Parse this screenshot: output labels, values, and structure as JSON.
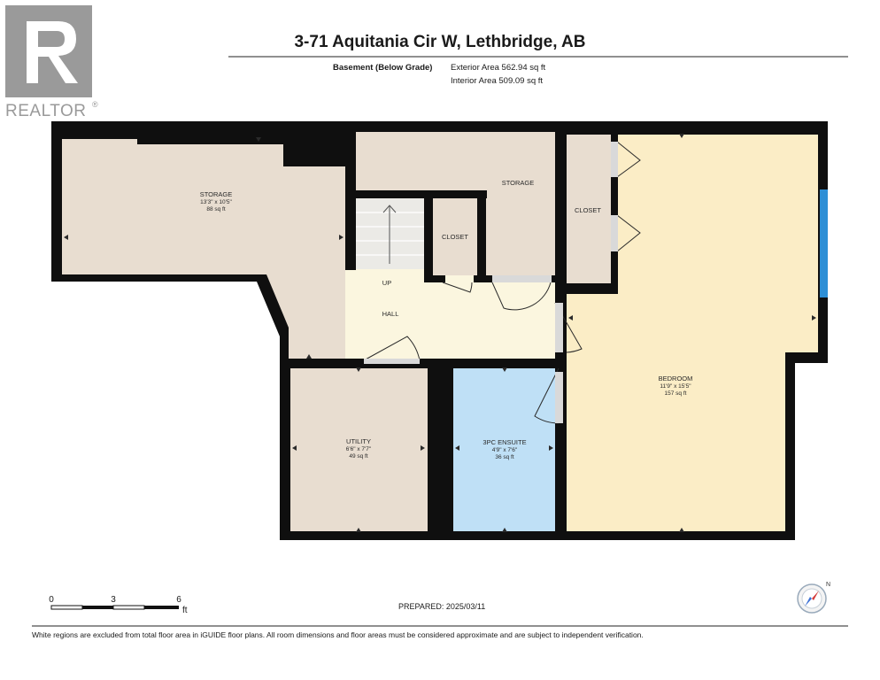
{
  "logo": {
    "text": "REALTOR",
    "mark": "®",
    "icon": "realtor-r-logo-icon"
  },
  "header": {
    "address": "3-71 Aquitania Cir W, Lethbridge, AB",
    "level": "Basement (Below Grade)",
    "exterior_area": "Exterior Area 562.94 sq ft",
    "interior_area": "Interior Area 509.09 sq ft"
  },
  "rooms": {
    "storage_left": {
      "name": "STORAGE",
      "dims": "13'3\" x 10'5\"",
      "area": "88 sq ft"
    },
    "storage_top": {
      "name": "STORAGE"
    },
    "closet_stair": {
      "name": "CLOSET"
    },
    "closet_right": {
      "name": "CLOSET"
    },
    "stair": {
      "label": "UP"
    },
    "hall": {
      "name": "HALL"
    },
    "utility": {
      "name": "UTILITY",
      "dims": "6'6\" x 7'7\"",
      "area": "49 sq ft"
    },
    "ensuite": {
      "name": "3PC ENSUITE",
      "dims": "4'9\" x 7'6\"",
      "area": "36 sq ft"
    },
    "bedroom": {
      "name": "BEDROOM",
      "dims": "11'9\" x 15'5\"",
      "area": "157 sq ft"
    }
  },
  "scale": {
    "ticks": [
      "0",
      "3",
      "6"
    ],
    "unit": "ft"
  },
  "prepared": "PREPARED:  2025/03/11",
  "compass": {
    "label": "N",
    "icon": "compass-icon"
  },
  "footer_note": "White regions are excluded from total floor area in iGUIDE floor plans. All room dimensions and floor areas must be considered approximate and are subject to independent verification.",
  "colors": {
    "wall": "#0f0f0f",
    "storage": "#e8ddd0",
    "utility": "#e8ddd0",
    "closet": "#e8ddd0",
    "hall": "#fbf6df",
    "bedroom": "#fbedc6",
    "ensuite": "#bfe0f6",
    "window": "#2e8fd6",
    "logo": "#9a9a9a"
  }
}
